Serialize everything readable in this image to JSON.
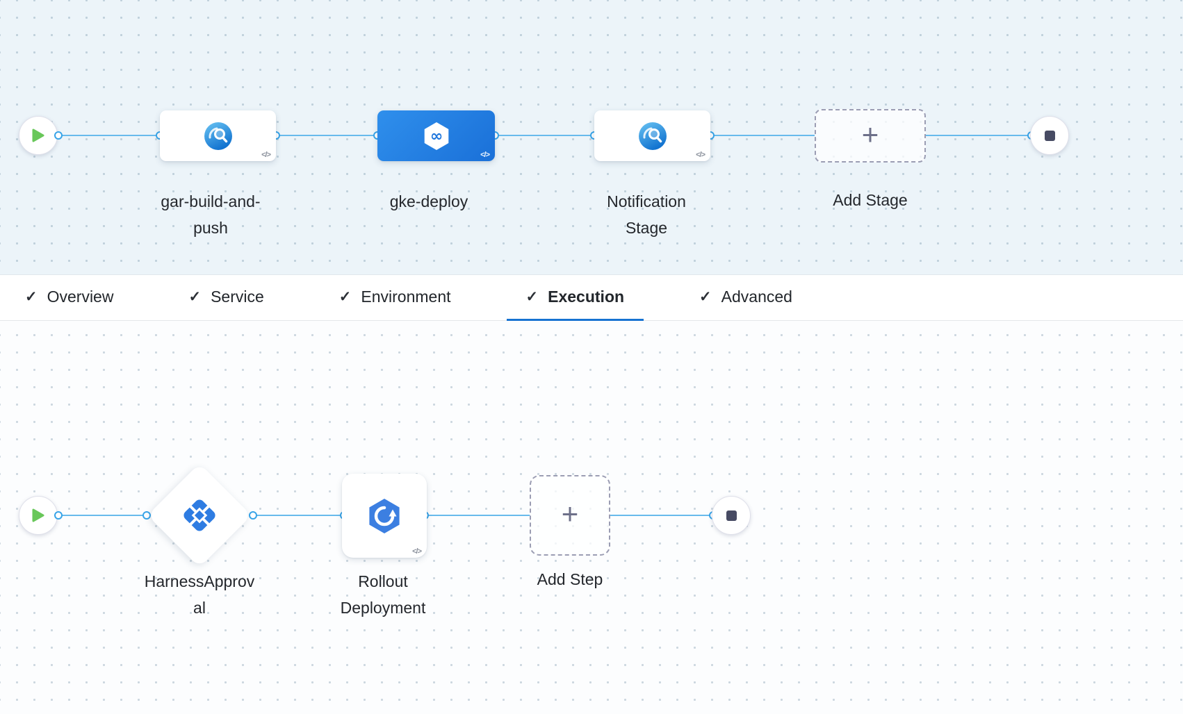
{
  "pipeline": {
    "stages": [
      {
        "name": "gar-build-and-push",
        "label_line1": "gar-build-and-",
        "label_line2": "push",
        "icon": "ci-build-icon",
        "selected": false
      },
      {
        "name": "gke-deploy",
        "label_line1": "gke-deploy",
        "label_line2": "",
        "icon": "cd-deploy-icon",
        "selected": true
      },
      {
        "name": "Notification Stage",
        "label_line1": "Notification",
        "label_line2": "Stage",
        "icon": "ci-build-icon",
        "selected": false
      }
    ],
    "add_stage": {
      "label": "Add Stage"
    }
  },
  "tabs": [
    {
      "label": "Overview",
      "checked": true,
      "active": false
    },
    {
      "label": "Service",
      "checked": true,
      "active": false
    },
    {
      "label": "Environment",
      "checked": true,
      "active": false
    },
    {
      "label": "Execution",
      "checked": true,
      "active": true
    },
    {
      "label": "Advanced",
      "checked": true,
      "active": false
    }
  ],
  "execution": {
    "steps": [
      {
        "name": "HarnessApproval",
        "label_line1": "HarnessApprov",
        "label_line2": "al",
        "icon": "approval-diamond-icon",
        "shape": "diamond"
      },
      {
        "name": "Rollout Deployment",
        "label_line1": "Rollout",
        "label_line2": "Deployment",
        "icon": "rollout-deployment-icon",
        "shape": "card"
      }
    ],
    "add_step": {
      "label": "Add Step"
    }
  },
  "glyphs": {
    "code": "</>",
    "check": "✓",
    "plus": "+"
  },
  "colors": {
    "accent_blue": "#1773d1",
    "connector_blue": "#68baec",
    "selected_stage_blue": "#1f7ee2",
    "play_green": "#69c75a",
    "end_square_slate": "#474b63",
    "canvas_top_bg": "#ecf4f9",
    "canvas_bottom_bg": "#fcfdfe"
  }
}
